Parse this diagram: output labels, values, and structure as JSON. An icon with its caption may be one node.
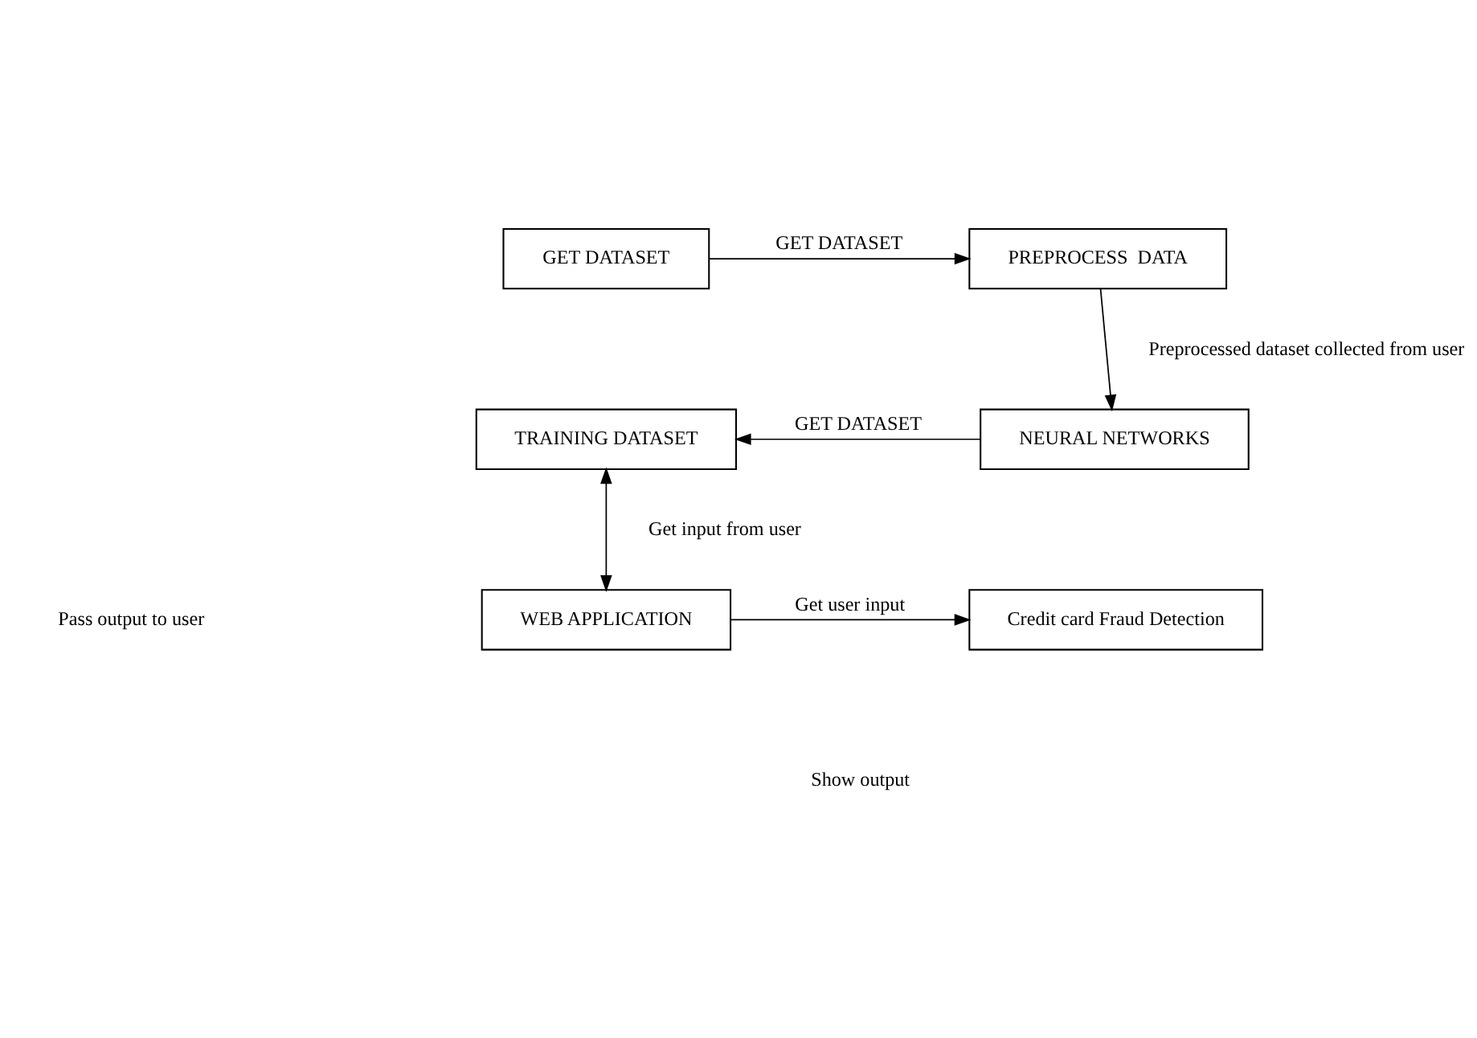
{
  "diagram": {
    "nodes": [
      {
        "text": [
          "GET DATASET"
        ]
      },
      {
        "text": [
          "PREPROCESS  DATA"
        ]
      },
      {
        "text": [
          "TRAINING DATASET"
        ]
      },
      {
        "text": [
          "NEURAL NETWORKS"
        ]
      },
      {
        "text": [
          "WEB APPLICATION"
        ]
      },
      {
        "text": [
          "Credit card Fraud Detection"
        ]
      }
    ],
    "edges": [
      {
        "from": 0,
        "to": 1,
        "arrow": "to",
        "label": "GET DATASET"
      },
      {
        "from": 1,
        "to": 3,
        "arrow": "to",
        "label": "Preprocessed dataset collected from user"
      },
      {
        "from": 3,
        "to": 2,
        "arrow": "to",
        "label": "GET DATASET"
      },
      {
        "from": 2,
        "to": 4,
        "arrow": "both",
        "label": "Get input from user"
      },
      {
        "from": 4,
        "to": 5,
        "arrow": "to",
        "label": "Get user input"
      }
    ],
    "labels": [
      "Pass output to user",
      "Show output"
    ]
  }
}
